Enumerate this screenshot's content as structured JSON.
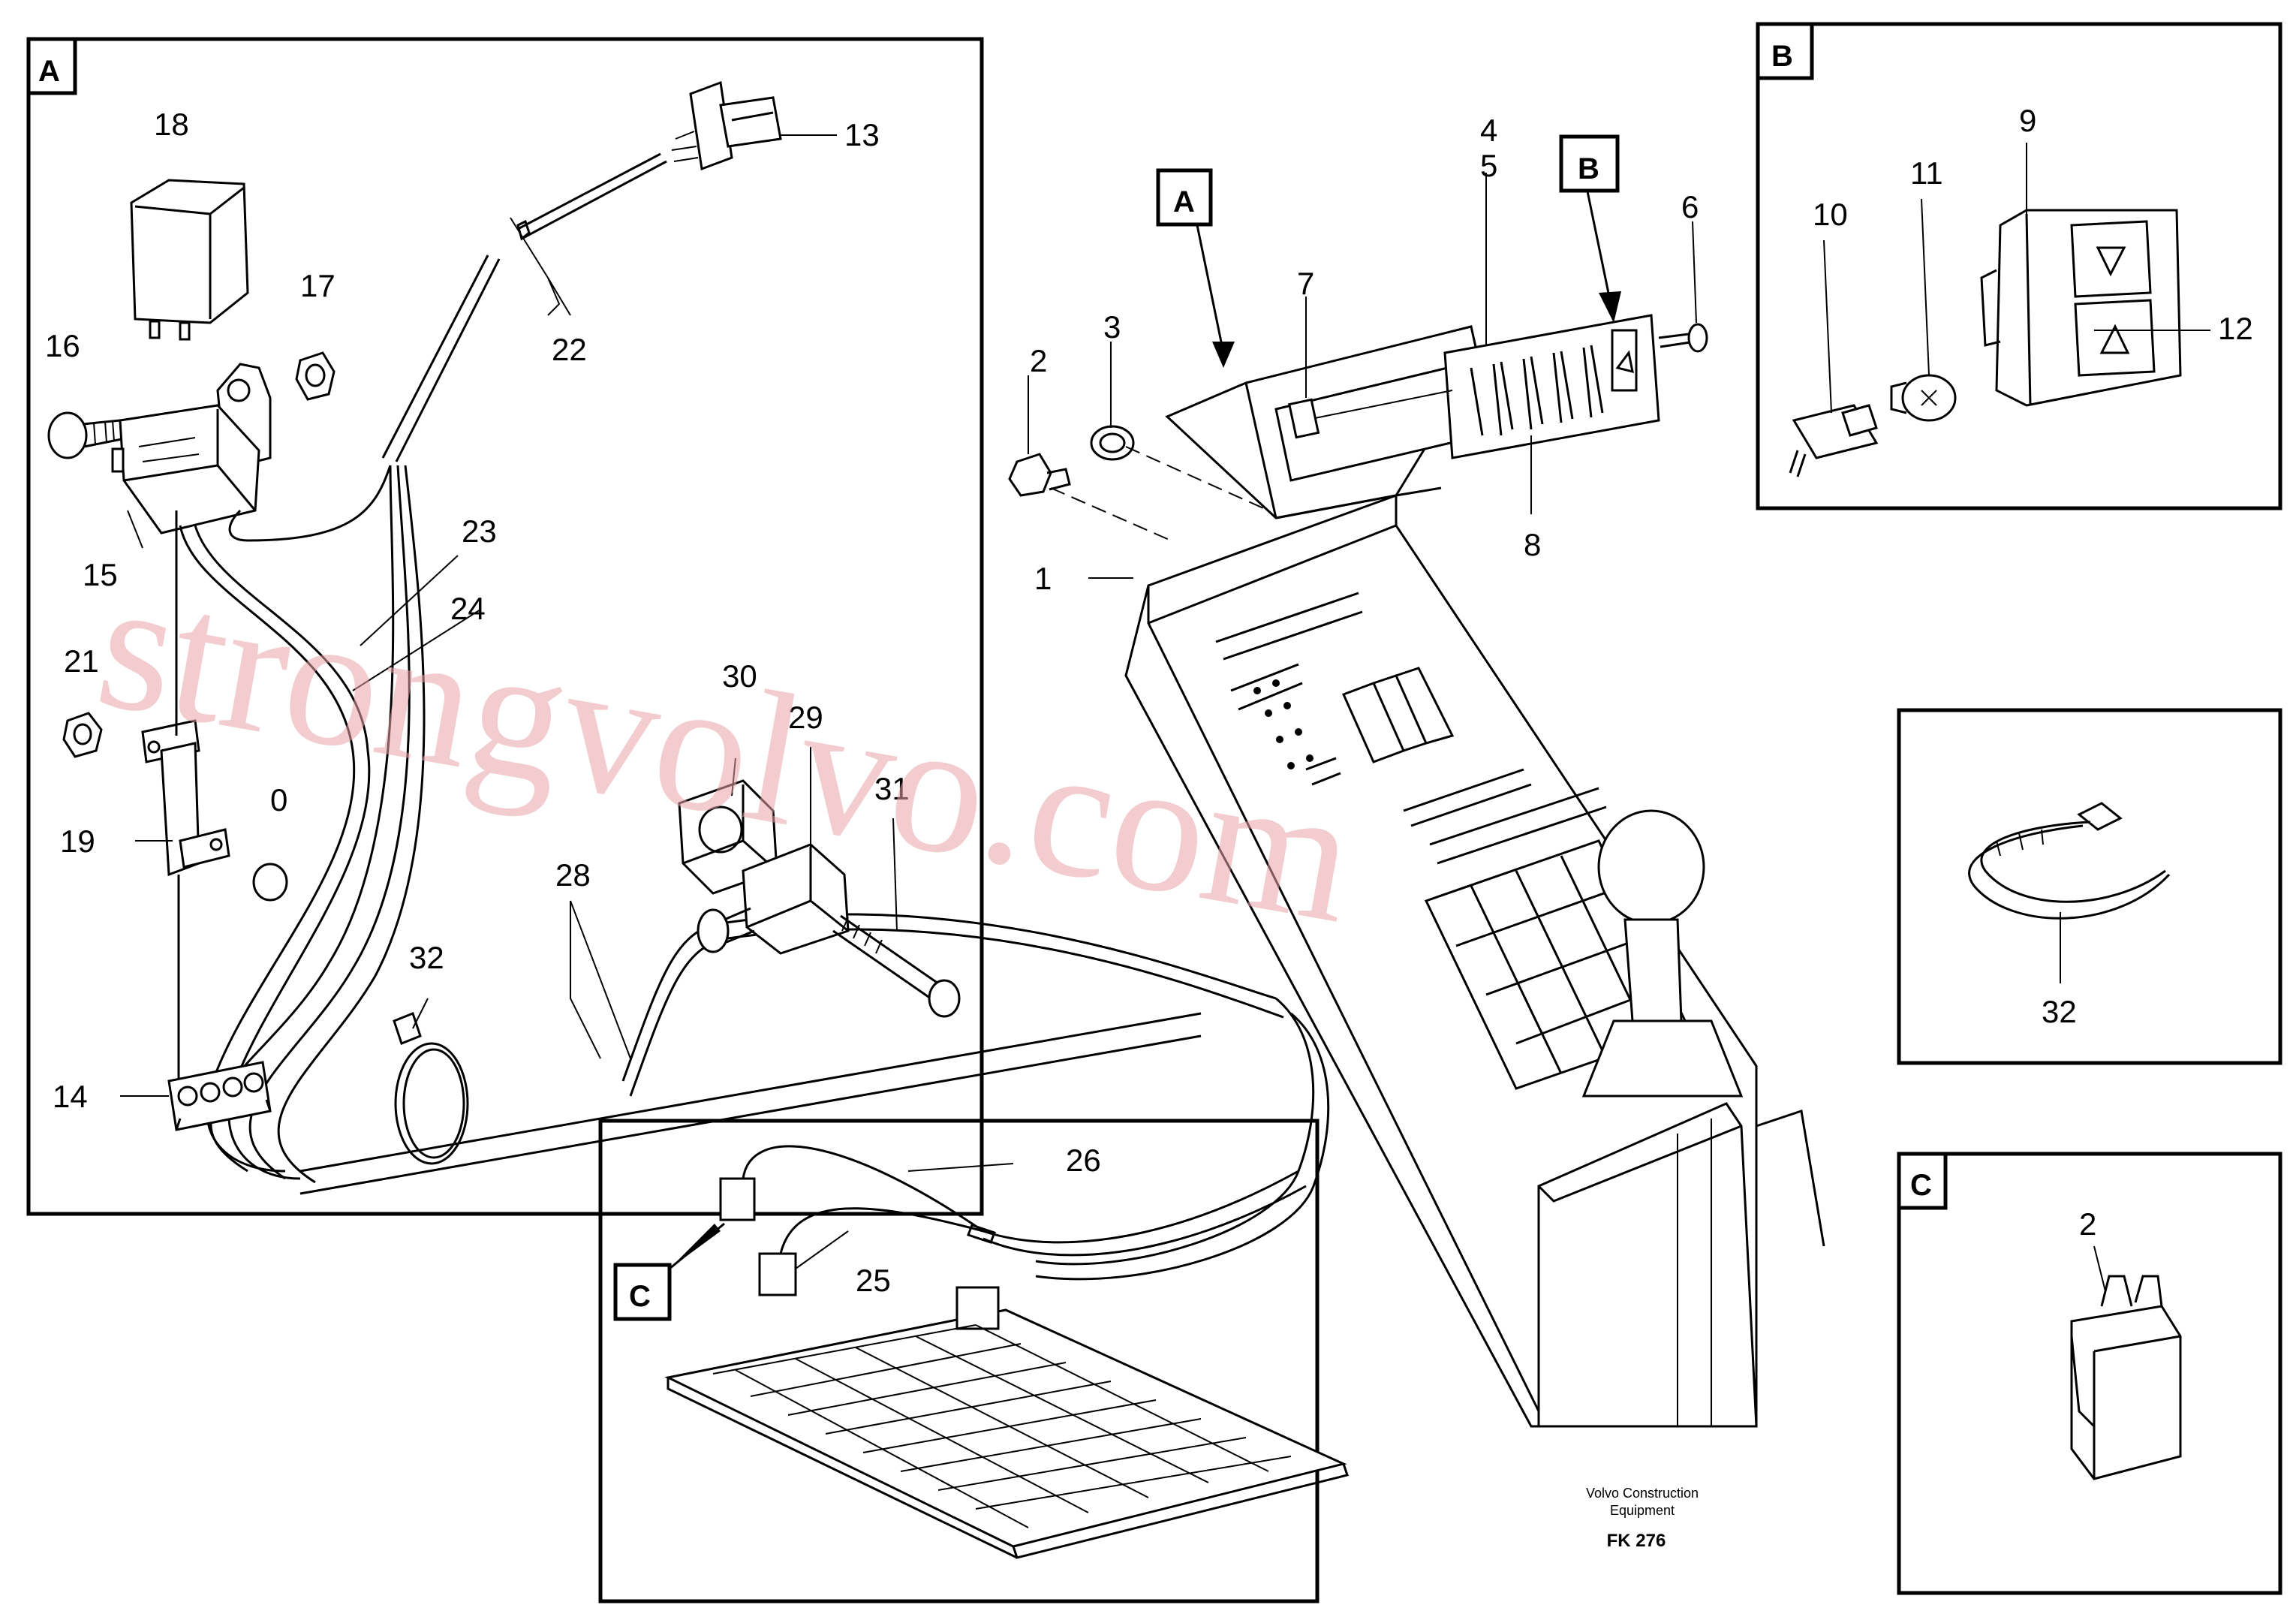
{
  "panels": {
    "a": "A",
    "b": "B",
    "c": "C"
  },
  "callouts": {
    "n1": "1",
    "n2": "2",
    "n3": "3",
    "n4": "4",
    "n5": "5",
    "n6": "6",
    "n7": "7",
    "n8": "8",
    "n9": "9",
    "n10": "10",
    "n11": "11",
    "n12": "12",
    "n13": "13",
    "n14": "14",
    "n15": "15",
    "n16": "16",
    "n17": "17",
    "n18": "18",
    "n19": "19",
    "n20": "0",
    "n21": "21",
    "n22": "22",
    "n23": "23",
    "n24": "24",
    "n25": "25",
    "n26": "26",
    "n28": "28",
    "n29": "29",
    "n30": "30",
    "n31": "31",
    "n32": "32",
    "n32b": "32",
    "n2c": "2"
  },
  "footer": {
    "line1": "Volvo Construction",
    "line2": "Equipment",
    "code": "FK 276"
  },
  "watermark": "strongvolvo.com"
}
